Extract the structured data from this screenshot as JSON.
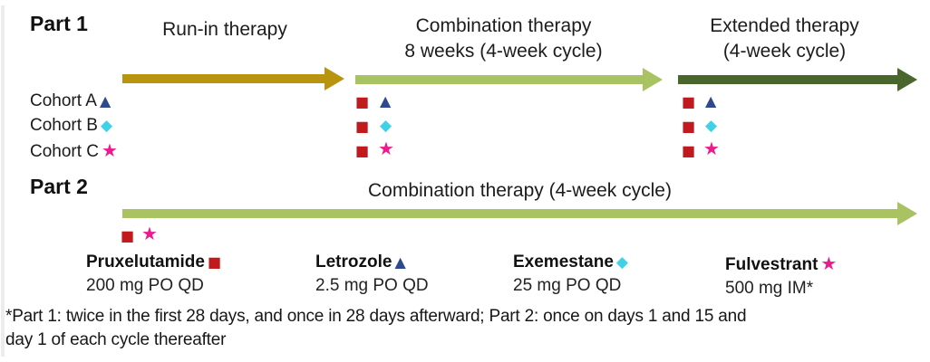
{
  "colors": {
    "runin_arrow": "#b8940f",
    "combo_arrow": "#a9c262",
    "extended_arrow": "#49672c",
    "part2_arrow": "#a9c262"
  },
  "part1": {
    "label": "Part 1",
    "phases": [
      {
        "title": "Run-in therapy",
        "subtitle": ""
      },
      {
        "title": "Combination therapy",
        "subtitle": "8 weeks (4-week cycle)"
      },
      {
        "title": "Extended therapy",
        "subtitle": "(4-week cycle)"
      }
    ],
    "cohorts": [
      {
        "label": "Cohort A",
        "glyph": "▲",
        "color": "#2e4a8e"
      },
      {
        "label": "Cohort B",
        "glyph": "◆",
        "color": "#3fd1e8"
      },
      {
        "label": "Cohort C",
        "glyph": "★",
        "color": "#ec1a8d"
      }
    ]
  },
  "markers": {
    "square_glyph": "■",
    "square_color": "#c01a1e"
  },
  "part2": {
    "label": "Part 2",
    "title": "Combination therapy (4-week cycle)",
    "start_square": "■",
    "start_star": "★",
    "star_color": "#ec1a8d"
  },
  "legend": [
    {
      "drug": "Pruxelutamide",
      "glyph": "■",
      "color": "#c01a1e",
      "dose": "200 mg PO QD"
    },
    {
      "drug": "Letrozole",
      "glyph": "▲",
      "color": "#2e4a8e",
      "dose": "2.5 mg PO QD"
    },
    {
      "drug": "Exemestane",
      "glyph": "◆",
      "color": "#3fd1e8",
      "dose": "25 mg PO QD"
    },
    {
      "drug": "Fulvestrant",
      "glyph": "★",
      "color": "#ec1a8d",
      "dose": "500 mg IM*"
    }
  ],
  "footnote": {
    "line1": "*Part 1: twice in the first 28 days, and once in 28 days afterward; Part 2: once on days 1 and 15 and",
    "line2": "day 1 of each cycle thereafter"
  }
}
